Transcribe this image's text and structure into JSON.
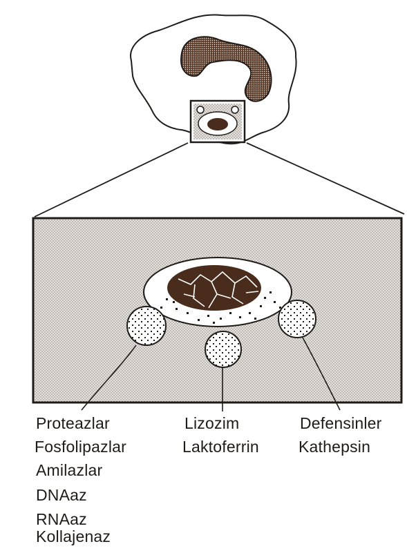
{
  "colors": {
    "ink": "#1e1b18",
    "nucleus": "#4a2c1c",
    "panel_bg": "#e6e2dd",
    "stipple": "#8a8480"
  },
  "labels": {
    "left_group": [
      "Proteazlar",
      "Fosfolipazlar",
      "Amilazlar",
      "DNAaz",
      "RNAaz",
      "Kollajenaz"
    ],
    "middle_group": [
      "Lizozim",
      "Laktoferrin"
    ],
    "right_group": [
      "Defensinler",
      "Kathepsin"
    ]
  }
}
